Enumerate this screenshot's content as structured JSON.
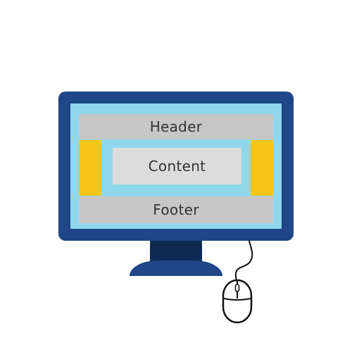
{
  "layout_diagram": {
    "header_label": "Header",
    "content_label": "Content",
    "footer_label": "Footer"
  },
  "colors": {
    "monitor_frame": "#1f4788",
    "monitor_neck": "#0f2a52",
    "screen_background": "#8fd8ec",
    "block_gray": "#c7c7c7",
    "content_gray": "#dcdcdc",
    "sidebar_yellow": "#f5c518"
  },
  "icons": {
    "device": "desktop-monitor-icon",
    "pointer": "computer-mouse-icon"
  }
}
